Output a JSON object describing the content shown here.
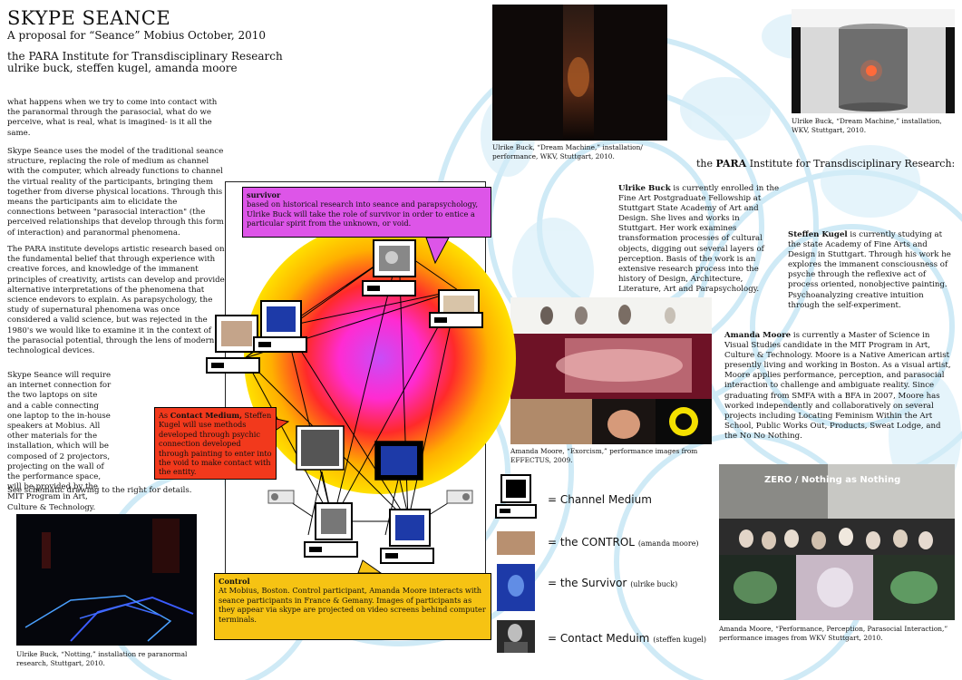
{
  "header": {
    "title": "SKYPE SEANCE",
    "subtitle": "A proposal for “Seance” Mobius October, 2010",
    "institute_line1": "the PARA Institute for Transdisciplinary Research",
    "institute_line2": "ulrike buck, steffen kugel, amanda moore"
  },
  "intro": {
    "p1": "what happens when we try to come into contact with the paranormal through the parasocial, what do we perceive, what is real, what is imagined- is it all the same.",
    "p2": "Skype Seance uses the model of the traditional seance structure, replacing the role of medium as channel with the computer, which already functions to channel the virtual reality of the participants, bringing them together from diverse physical locations.  Through this means the participants aim to elicidate the connections between \"parasocial interaction\" (the perceived relationships that develop through this form of interaction) and paranormal phenomena.",
    "p3": "The PARA institute develops artistic research based on the fundamental belief that through experience with creative forces, and knowledge of the immanent principles of creativity, artists can develop and provide alternative interpretations of the phenomena that science endevors to explain.  As parapsychology, the study of supernatural phenomena was once considered a valid science, but was rejected in the 1980's we would like to examine it in the context of the parasocial potential, through the lens of modern technological devices.",
    "p4": "Skype Seance will require an internet connection for the two laptops on site and a cable connecting one laptop to the in-house speakers at Mobius.  All other materials for the installation, which will be composed of 2 projectors, projecting on the wall of the performance space, will be provided by the MIT Program in Art, Culture & Technology.",
    "p5": "See schematic drawing to the right for details."
  },
  "captions": {
    "notting": "Ulrike Buck, “Notting,” installation re paranormal research, Stuttgart, 2010.",
    "dream1": "Ulrike Buck, “Dream Machine,” installation/ performance, WKV, Stuttgart, 2010.",
    "dream2": "Ulrike Buck, “Dream Machine,” installation, WKV, Stuttgart, 2010.",
    "exorcism": "Amanda Moore, “Exorcism,” performance images from EFFECTUS, 2009.",
    "performance": "Amanda Moore, “Performance, Perception, Parasocial Interaction,” performance images from WKV Stuttgart, 2010."
  },
  "overlay_text": {
    "zero": "ZERO / Nothing as Nothing"
  },
  "diagram": {
    "survivor_title": "survivor",
    "survivor_text": "based on historical research into seance and parapsychology, Ulrike Buck will take the role of survivor in order to entice a particular spirit from the unknown, or void.",
    "contact_prefix": "As ",
    "contact_bold": "Contact Medium,",
    "contact_text": " Steffen Kugel will use methods developed through psychic connection developed through painting to enter into the void to make contact with the entity.",
    "control_title": "Control",
    "control_text": "At Mobius, Boston.  Control participant, Amanda Moore interacts with seance participants in France & Gemany.  Images of participants as they appear via skype are projected on video screens behind computer terminals."
  },
  "institute": {
    "prefix": "the ",
    "bold": "PARA",
    "suffix": " Institute for Transdisciplinary Research:"
  },
  "bios": {
    "buck_name": "Ulrike Buck",
    "buck_text": " is currently enrolled in the Fine Art Postgraduate Fellowship at Stuttgart State Academy of Art and Design. She lives and works in Stuttgart. Her work examines transformation processes of cultural objects, digging out several layers of perception. Basis of the work is an extensive research process into the history of Design, Architecture, Literature, Art and Parapsychology.",
    "kugel_name": "Steffen Kugel",
    "kugel_text": " is currently studying at the state Academy of Fine Arts and Design in Stuttgart. Through his work he explores the immanent consciousness of psyche through the reflexive act of process oriented, nonobjective painting. Psychoanalyzing creative intuition through the self-experiment.",
    "moore_name": "Amanda Moore",
    "moore_text": " is currently a Master of Science in Visual Studies candidate in the MIT Program in Art, Culture & Technology.  Moore is a Native American artist presently living and working in Boston.  As a visual artist, Moore applies performance, perception, and parasocial interaction to challenge and ambiguate reality.  Since graduating from SMFA with a BFA in 2007, Moore has worked independently and collaboratively on several projects including Locating Feminism Within the Art School, Public Works Out, Products, Sweat Lodge, and the No No Nothing."
  },
  "legend": [
    {
      "label": "= Channel Medium",
      "note": ""
    },
    {
      "label": "= the CONTROL",
      "note": "(amanda moore)"
    },
    {
      "label": "= the Survivor",
      "note": "(ulrike buck)"
    },
    {
      "label": "= Contact Meduim",
      "note": "(steffen kugel)"
    }
  ],
  "colors": {
    "survivor_box": "#dd55e8",
    "contact_box": "#f2391c",
    "control_box": "#f6c313",
    "sun_outer": "#ffd400",
    "sun_mid": "#ff2a2a",
    "sun_inner": "#d14cf0"
  }
}
